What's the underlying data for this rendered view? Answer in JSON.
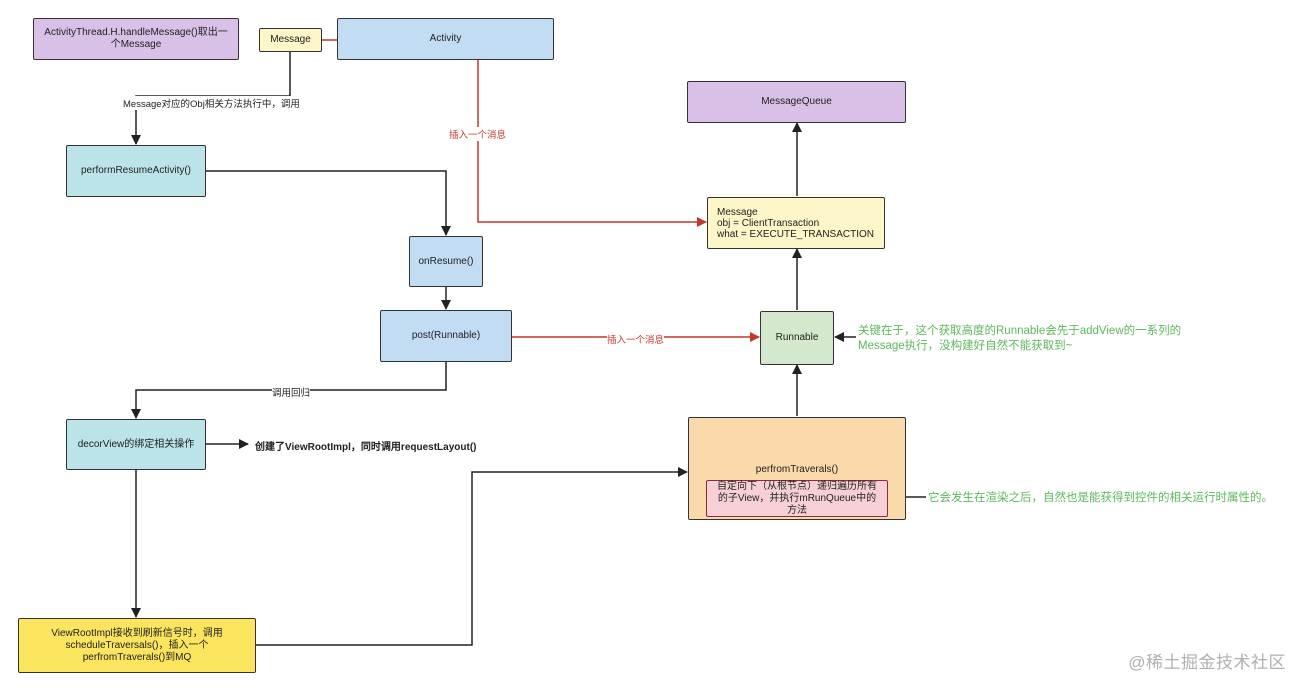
{
  "nodes": {
    "handle_message": "ActivityThread.H.handleMessage()取出一个Message",
    "message_chip": "Message",
    "activity": "Activity",
    "message_queue": "MessageQueue",
    "perform_resume": "performResumeActivity()",
    "on_resume": "onResume()",
    "post_runnable": "post(Runnable)",
    "message_box": {
      "line1": "Message",
      "line2": "obj = ClientTransaction",
      "line3": "what = EXECUTE_TRANSACTION"
    },
    "runnable": "Runnable",
    "decor_view": "decorView的绑定相关操作",
    "perform_traversals": "perfromTraverals()",
    "traversal_detail": "自定向下（从根节点）递归遍历所有的子View，并执行mRunQueue中的方法",
    "viewrootimpl_signal": "ViewRootImpl接收到刷新信号时，调用scheduleTraversals()，插入一个perfromTraverals()到MQ"
  },
  "edge_labels": {
    "obj_method": "Message对应的Obj相关方法执行中，调用",
    "insert_msg_1": "插入一个消息",
    "insert_msg_2": "插入一个消息",
    "call_back": "调用回归",
    "create_viewrootimpl": "创建了ViewRootImpl，同时调用requestLayout()"
  },
  "notes": {
    "key_point": "关键在于，这个获取高度的Runnable会先于addView的一系列的Message执行，没构建好自然不能获取到~",
    "after_render": "它会发生在渲染之后，自然也是能获得到控件的相关运行时属性的。"
  },
  "watermark": "@稀土掘金技术社区",
  "colors": {
    "edge": "#222222",
    "red_edge": "#c0392b",
    "green_text": "#5cb85c"
  }
}
